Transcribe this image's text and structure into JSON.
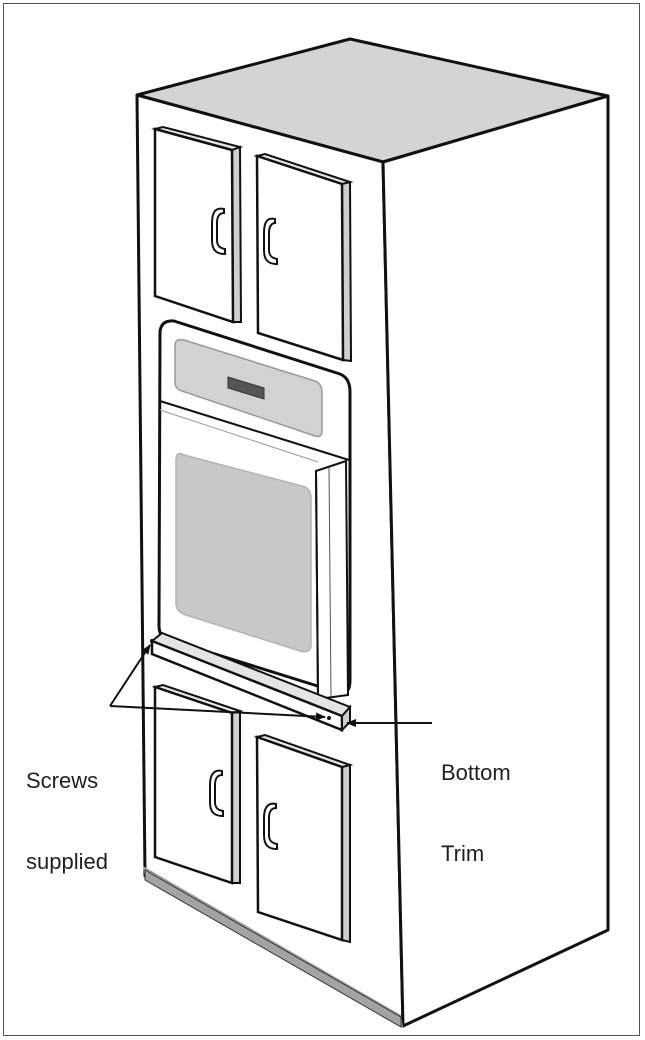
{
  "labels": {
    "screws_line1": "Screws",
    "screws_line2": "supplied",
    "trim_line1": "Bottom",
    "trim_line2": "Trim"
  },
  "colors": {
    "cabinet_top": "#d4d4d4",
    "cabinet_side": "#ffffff",
    "toe_kick": "#a3a3a3",
    "door_side": "#cfcfcf",
    "oven_glass": "#c8c8c8",
    "outline": "#111111"
  },
  "icons": [
    "door-handle-icon",
    "oven-display-icon",
    "arrow-icon"
  ]
}
